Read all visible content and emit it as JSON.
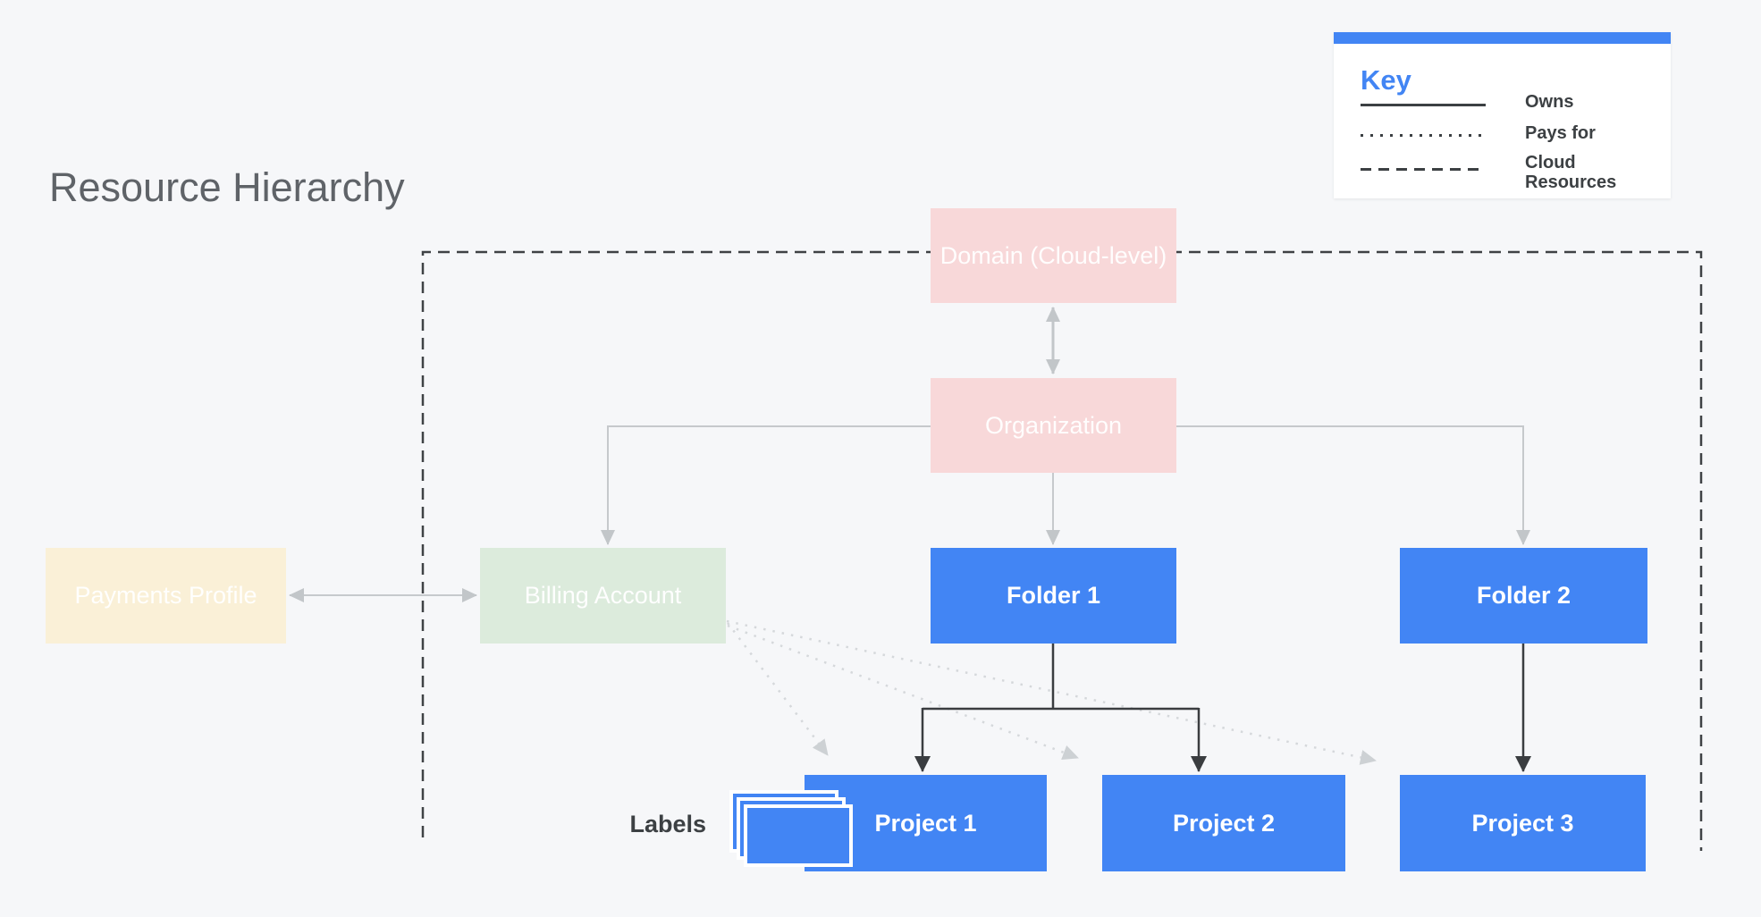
{
  "title": "Resource Hierarchy",
  "key": {
    "heading": "Key",
    "items": [
      {
        "line_style": "solid",
        "label": "Owns"
      },
      {
        "line_style": "dotted",
        "label": "Pays for"
      },
      {
        "line_style": "dashed",
        "label": "Cloud Resources"
      }
    ]
  },
  "diagram": {
    "labels_caption": "Labels",
    "nodes": {
      "domain": "Domain (Cloud-level)",
      "organization": "Organization",
      "payments_profile": "Payments Profile",
      "billing_account": "Billing Account",
      "folder1": "Folder 1",
      "folder2": "Folder 2",
      "project1": "Project 1",
      "project2": "Project 2",
      "project3": "Project 3"
    },
    "relationships": {
      "owns": "solid lines",
      "pays_for": "dotted lines from Billing Account to Projects",
      "cloud_resources": "dashed boundary around Domain, Organization, Billing Account, Folders and Projects"
    }
  },
  "colors": {
    "background": "#f6f7f9",
    "blue": "#4285f4",
    "pink": "#f8d8d9",
    "green": "#dcebdc",
    "cream": "#faf0d7",
    "gray_connector": "#c6c9cc",
    "dotted_connector": "#d5d8db",
    "dark_connector": "#3a3d40",
    "title_text": "#5f6368"
  }
}
